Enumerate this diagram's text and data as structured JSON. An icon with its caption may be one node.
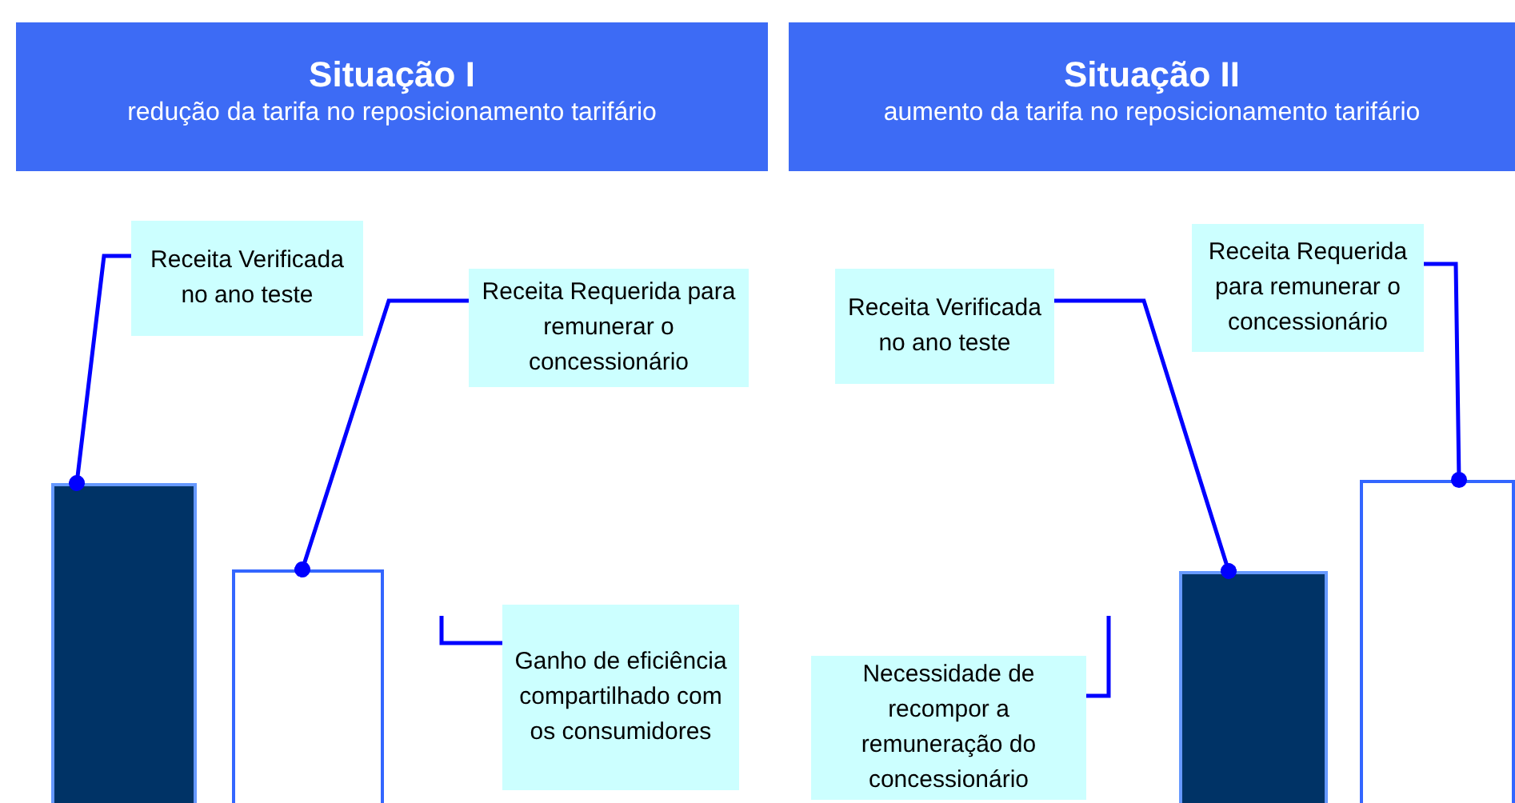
{
  "diagram": {
    "nodes": [
      {
        "text": [
          "Situação I",
          "redução da tarifa no reposicionamento tarifário"
        ]
      },
      {
        "text": [
          "Situação II",
          "aumento da tarifa no reposicionamento tarifário"
        ]
      },
      {
        "text": [
          "Receita Verificada no ano teste"
        ]
      },
      {
        "text": [
          "Receita Requerida para remunerar o concessionário"
        ]
      },
      {
        "text": [],
        "shape": "bar"
      },
      {
        "text": [],
        "shape": "bar"
      },
      {
        "text": [
          "Ganho de eficiência compartilhado com os consumidores"
        ]
      },
      {
        "text": [
          "Receita Verificada no ano teste"
        ]
      },
      {
        "text": [
          "Receita Requerida para remunerar o concessionário"
        ]
      },
      {
        "text": [
          "Necessidade de recompor a remuneração do concessionário"
        ]
      },
      {
        "text": [],
        "shape": "bar"
      },
      {
        "text": [],
        "shape": "bar"
      }
    ],
    "edges": [
      {
        "from": 2,
        "to": 4,
        "arrow": "other"
      },
      {
        "from": 3,
        "to": 5,
        "arrow": "other"
      },
      {
        "from": 6,
        "to": null,
        "arrow": "none"
      },
      {
        "from": 7,
        "to": 10,
        "arrow": "other"
      },
      {
        "from": 8,
        "to": 11,
        "arrow": "other"
      },
      {
        "from": 9,
        "to": null,
        "arrow": "none"
      }
    ]
  }
}
